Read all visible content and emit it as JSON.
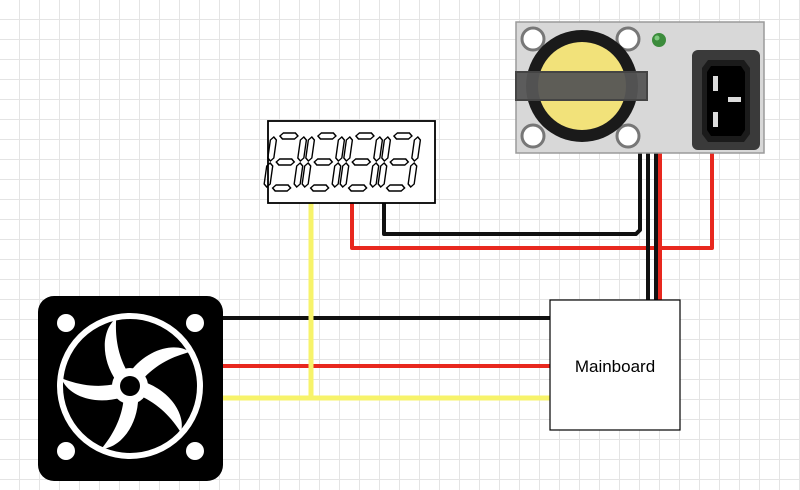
{
  "diagram": {
    "mainboard": {
      "label": "Mainboard"
    },
    "wire_colors": {
      "black": "#111111",
      "red": "#e8281e",
      "yellow": "#f7f36a"
    },
    "component_colors": {
      "psu_body": "#d8d8d8",
      "capacitor": "#f2e27a",
      "fan_body": "#000000",
      "fan_blades": "#ffffff",
      "led": "#3c8c3c"
    },
    "components": [
      "psu-module",
      "seven-segment-display",
      "fan",
      "mainboard"
    ],
    "display": {
      "digits": 4,
      "shown": "8888"
    }
  }
}
